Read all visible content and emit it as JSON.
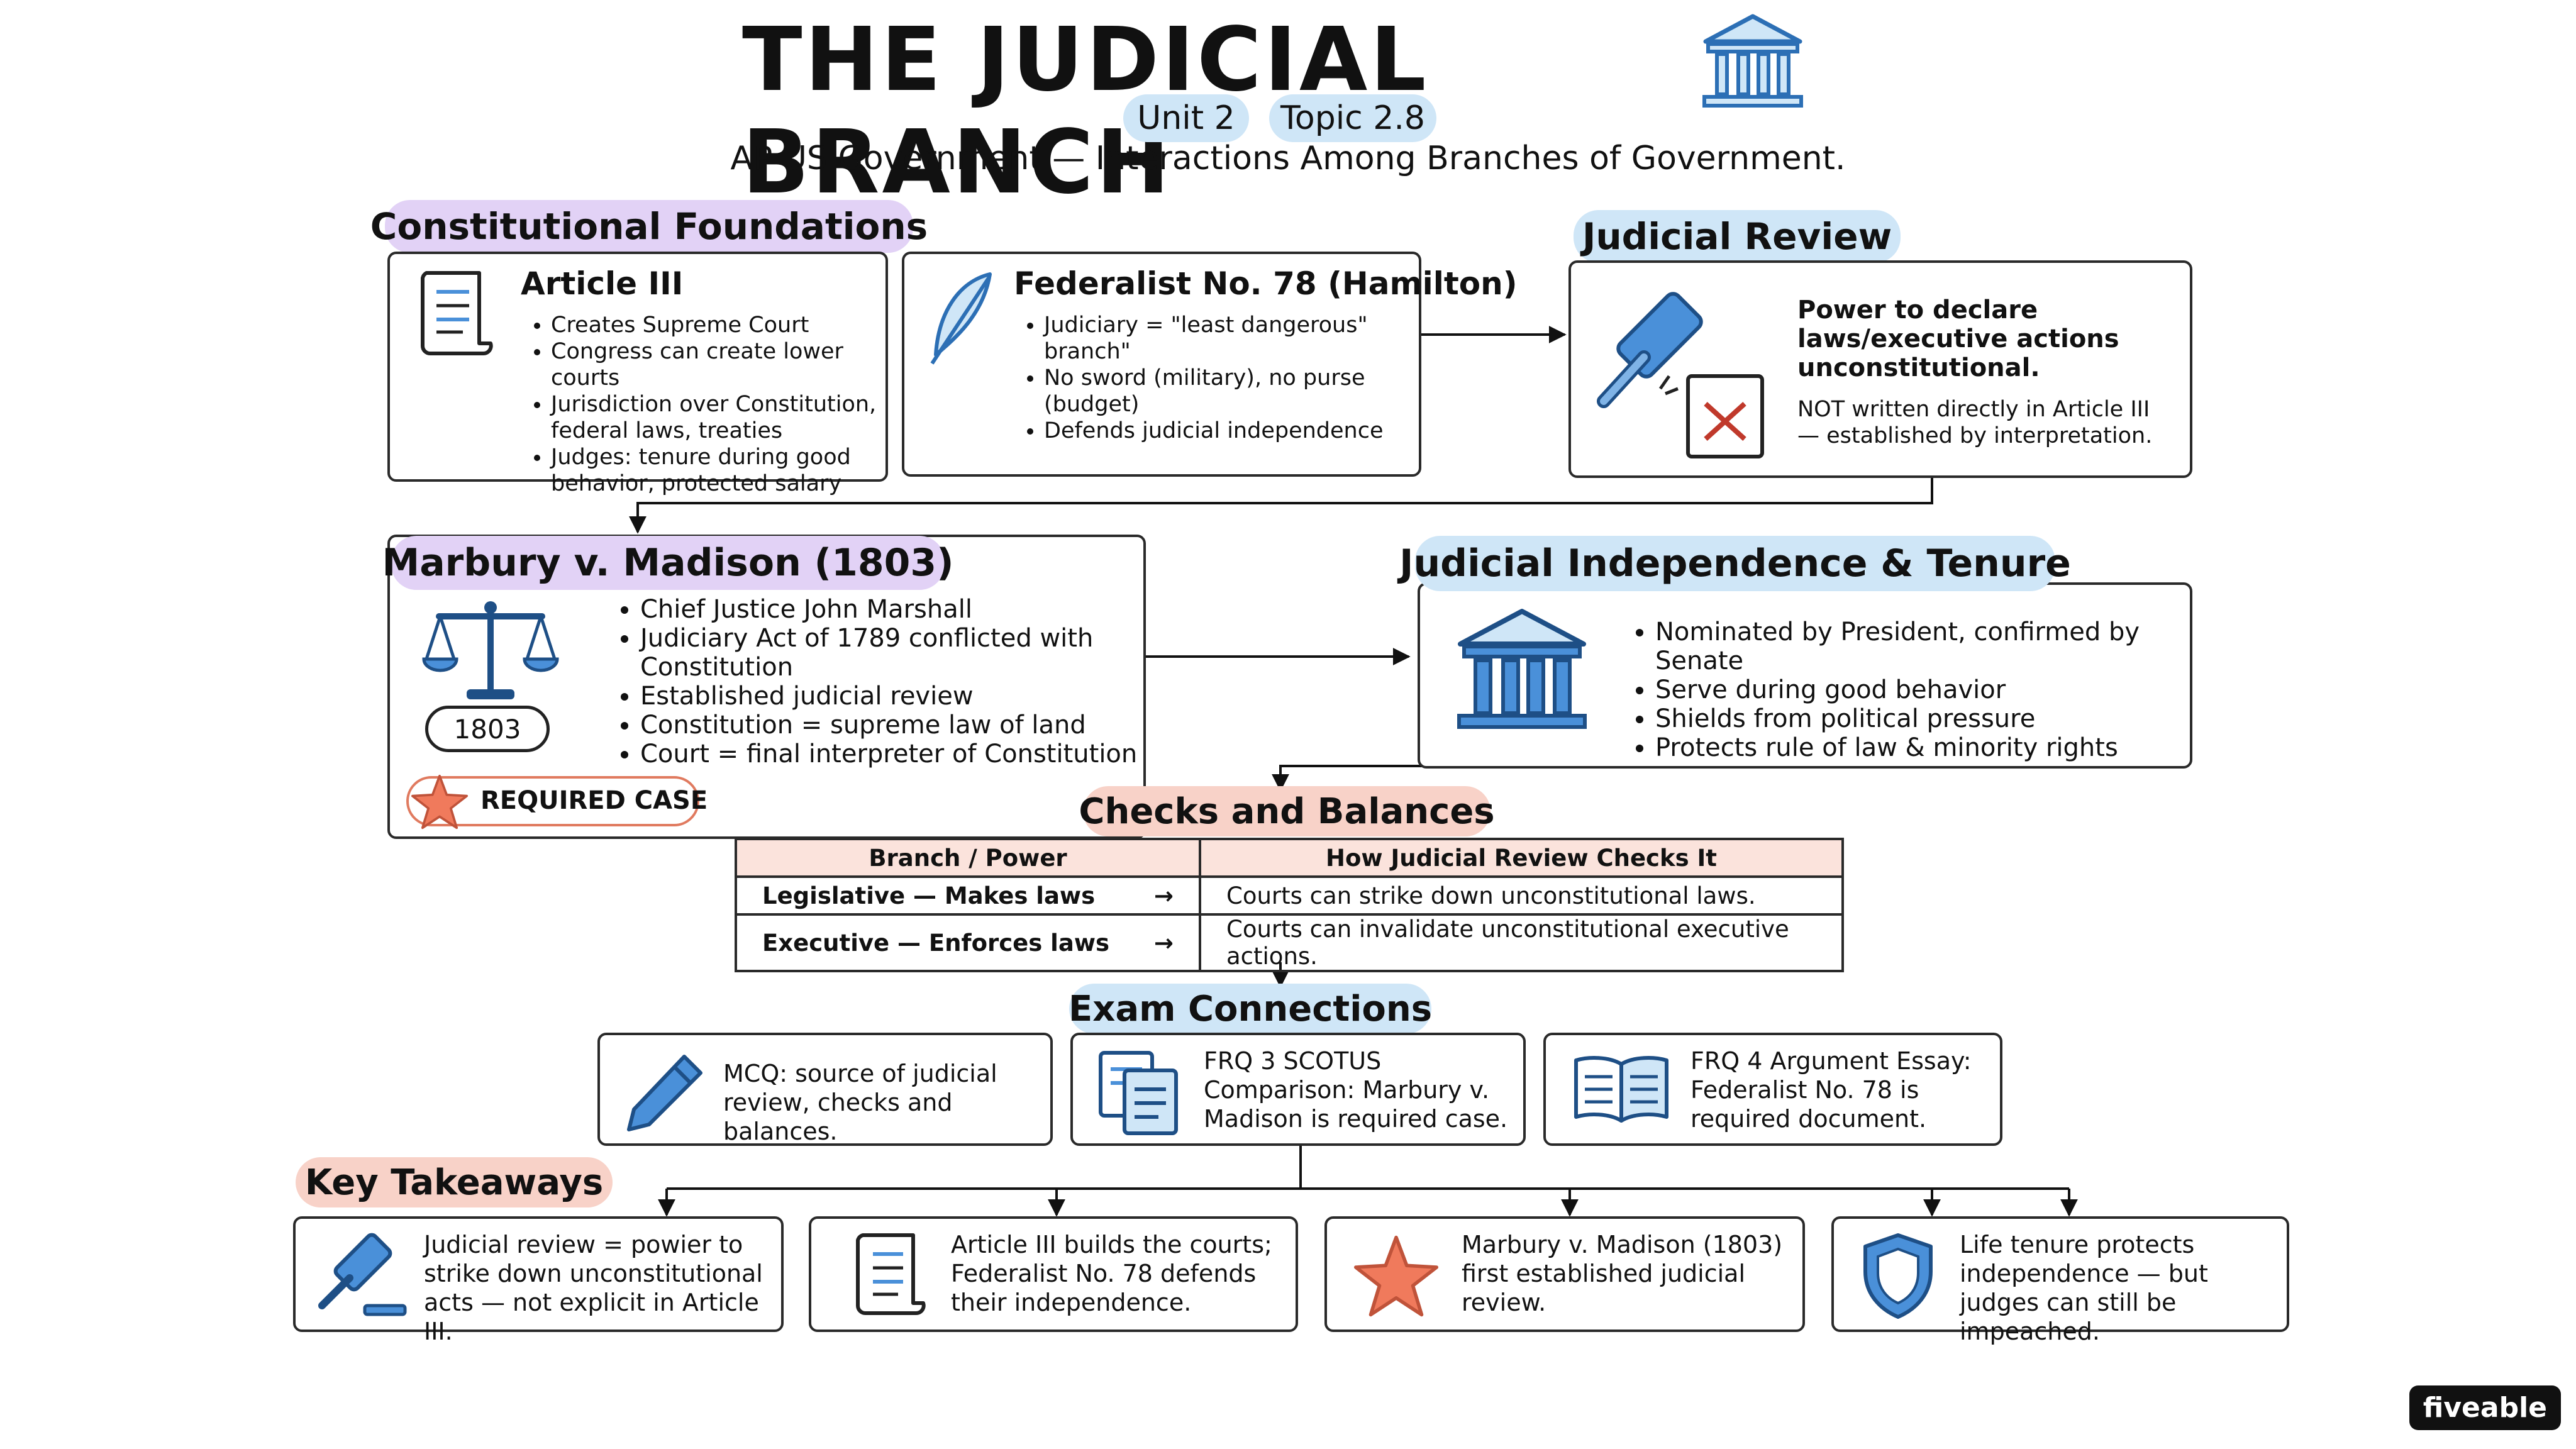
{
  "title": "THE JUDICIAL BRANCH",
  "unit_pill": "Unit 2",
  "topic_pill": "Topic 2.8",
  "subtitle": "AP US Government — Interactions Among Branches of Government.",
  "constitutional_foundations": {
    "heading": "Constitutional Foundations",
    "article3": {
      "title": "Article III",
      "bullets": [
        "Creates Supreme Court",
        "Congress can create lower courts",
        "Jurisdiction over Constitution, federal laws, treaties",
        "Judges: tenure during good behavior, protected salary"
      ]
    },
    "federalist78": {
      "title": "Federalist No. 78 (Hamilton)",
      "bullets": [
        "Judiciary = \"least dangerous\" branch\"",
        "No sword (military), no purse (budget)",
        "Defends judicial independence"
      ]
    }
  },
  "judicial_review": {
    "heading": "Judicial Review",
    "main_text": "Power to declare laws/executive actions unconstitutional.",
    "note": "NOT written directly in Article III — established by interpretation."
  },
  "marbury": {
    "heading": "Marbury v. Madison (1803)",
    "year_badge": "1803",
    "required_badge": "REQUIRED CASE",
    "bullets": [
      "Chief Justice John Marshall",
      "Judiciary Act of 1789 conflicted with Constitution",
      "Established judicial review",
      "Constitution = supreme law of land",
      "Court = final interpreter of Constitution"
    ]
  },
  "independence": {
    "heading": "Judicial Independence & Tenure",
    "bullets": [
      "Nominated by President, confirmed by Senate",
      "Serve during good behavior",
      "Shields from political pressure",
      "Protects rule of law & minority rights"
    ]
  },
  "checks": {
    "heading": "Checks and Balances",
    "col1": "Branch / Power",
    "col2": "How Judicial Review Checks It",
    "rows": [
      {
        "branch": "Legislative — Makes laws",
        "arrow": "→",
        "check": "Courts can strike down unconstitutional laws."
      },
      {
        "branch": "Executive — Enforces laws",
        "arrow": "→",
        "check": "Courts can invalidate unconstitutional executive actions."
      }
    ]
  },
  "exam": {
    "heading": "Exam Connections",
    "items": [
      {
        "text": "MCQ: source of judicial review, checks and balances.",
        "icon": "pencil-icon"
      },
      {
        "text": "FRQ 3 SCOTUS Comparison: Marbury v. Madison is required case.",
        "icon": "documents-icon"
      },
      {
        "text": "FRQ 4 Argument Essay: Federalist No. 78 is required document.",
        "icon": "book-icon"
      }
    ]
  },
  "takeaways": {
    "heading": "Key Takeaways",
    "items": [
      {
        "text": "Judicial review = powier to strike down unconstitutional acts — not explicit in Article III.",
        "icon": "gavel-icon"
      },
      {
        "text": "Article III builds the courts; Federalist No. 78 defends their independence.",
        "icon": "scroll-icon"
      },
      {
        "text": "Marbury v. Madison (1803) first established judicial review.",
        "icon": "star-icon"
      },
      {
        "text": "Life tenure protects independence — but judges can still be impeached.",
        "icon": "shield-icon"
      }
    ]
  },
  "brand": "fiveable",
  "colors": {
    "purple_highlight": "#e2d2f6",
    "blue_highlight": "#cfe6f7",
    "salmon_highlight": "#f8d2c8",
    "icon_blue": "#4a90d9",
    "star_orange": "#f07a5c"
  }
}
